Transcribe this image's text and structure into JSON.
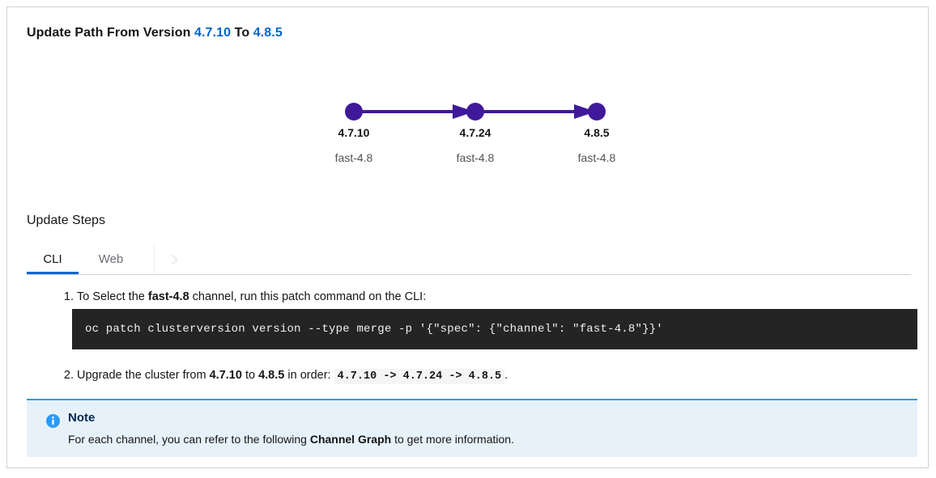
{
  "title": {
    "prefix": "Update Path From Version",
    "from_version": "4.7.10",
    "middle": "To",
    "to_version": "4.8.5"
  },
  "graph": {
    "node_color": "#40199a",
    "edge_color": "#40199a",
    "nodes": [
      {
        "version": "4.7.10",
        "channel": "fast-4.8"
      },
      {
        "version": "4.7.24",
        "channel": "fast-4.8"
      },
      {
        "version": "4.8.5",
        "channel": "fast-4.8"
      }
    ]
  },
  "steps_section": {
    "heading": "Update Steps",
    "tabs": [
      {
        "label": "CLI",
        "active": true
      },
      {
        "label": "Web",
        "active": false
      }
    ],
    "scroll_icon": "chevron-right-icon"
  },
  "steps": {
    "step1": {
      "number": "1.",
      "text_before": "To Select the",
      "channel": "fast-4.8",
      "text_after": "channel, run this patch command on the CLI:",
      "command": "oc patch clusterversion version --type merge -p '{\"spec\": {\"channel\": \"fast-4.8\"}}'"
    },
    "step2": {
      "number": "2.",
      "text_before": "Upgrade the cluster from",
      "from_version": "4.7.10",
      "text_middle": "to",
      "to_version": "4.8.5",
      "text_order": "in order:",
      "order_code": "4.7.10 -> 4.7.24 -> 4.8.5",
      "text_end": "."
    }
  },
  "note": {
    "icon": "info-circle-icon",
    "title": "Note",
    "body_before": "For each channel, you can refer to the following",
    "link_text": "Channel Graph",
    "body_after": "to get more information.",
    "accent_color": "#2b9af3",
    "background_color": "#e7f1fa"
  }
}
